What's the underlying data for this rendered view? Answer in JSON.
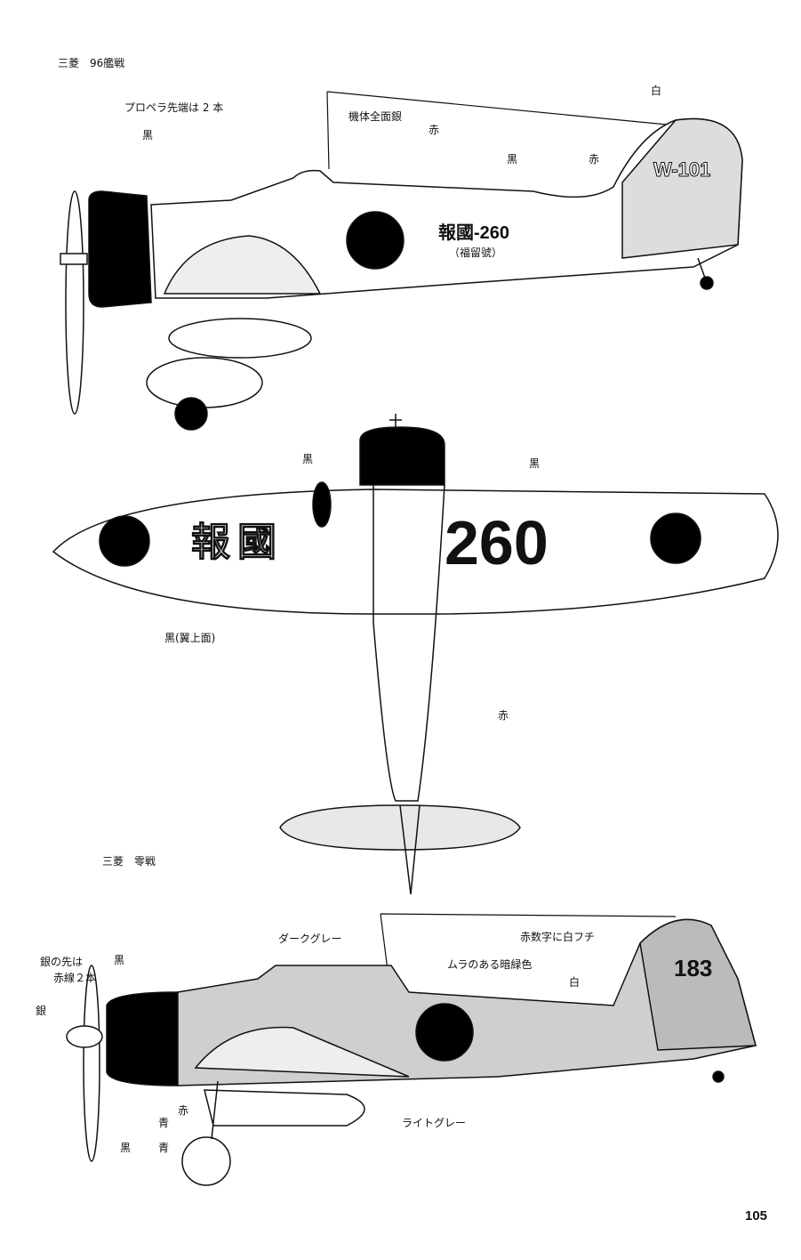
{
  "page": {
    "number": "105"
  },
  "aircraft": [
    {
      "title": "三菱　96艦戦",
      "labels": {
        "prop_tip": "プロペラ先端は 2 本",
        "cowl": "黒",
        "overall": "機体全面銀",
        "band_red": "赤",
        "tail_white": "白",
        "hokoku_black": "黒",
        "tail_red": "赤"
      },
      "markings": {
        "tail_code": "W-101",
        "hokoku": "報國-260",
        "hokoku_name": "（福留號）"
      },
      "top_view": {
        "label_black_left": "黒",
        "label_black_right": "黒",
        "label_wing_upper": "黒(翼上面)",
        "label_red": "赤",
        "wing_number": "260",
        "wing_hokoku": "報國"
      }
    },
    {
      "title": "三菱　零戦",
      "labels": {
        "dark_grey": "ダークグレー",
        "red_num_white_edge": "赤数字に白フチ",
        "mottled_green": "ムラのある暗緑色",
        "white": "白",
        "silver_tip_1": "銀の先は",
        "silver_tip_2": "赤線２本",
        "cowl_black": "黒",
        "silver": "銀",
        "red": "赤",
        "blue_1": "青",
        "blue_2": "青",
        "prop_black": "黒",
        "light_grey": "ライトグレー"
      },
      "markings": {
        "tail_code": "183"
      }
    }
  ]
}
